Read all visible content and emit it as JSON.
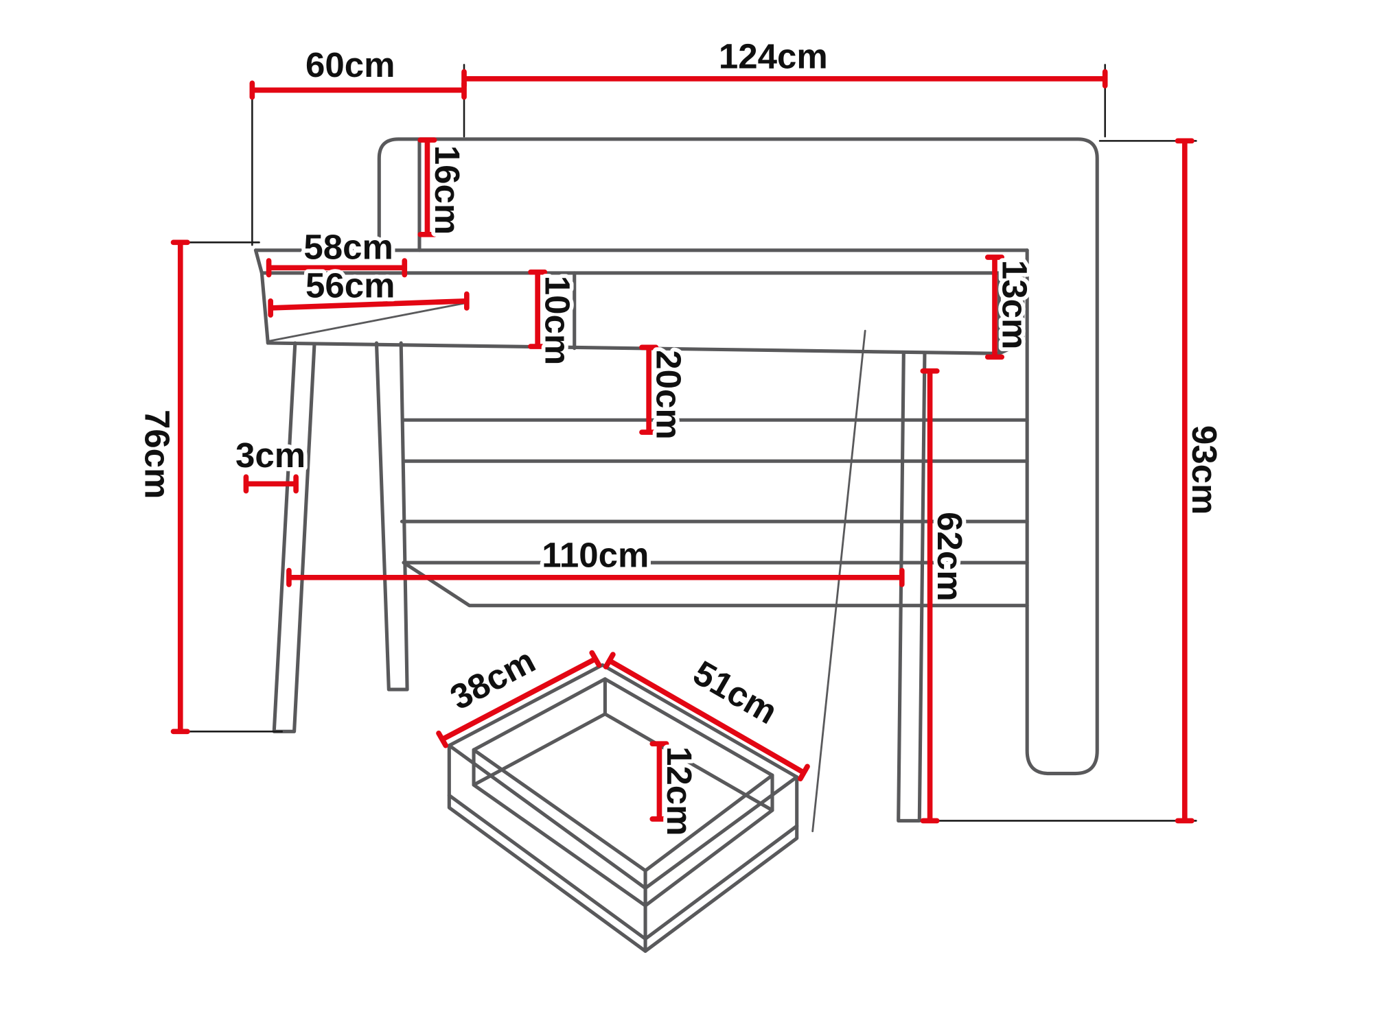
{
  "meta": {
    "subject": "Desk with under-desk drawer - dimension diagram",
    "unit": "cm"
  },
  "colors": {
    "dimension_red": "#e30613",
    "outline_gray": "#59595b",
    "extension_black": "#1b1b1b",
    "label_black": "#101010",
    "background": "#ffffff"
  },
  "dimensions": {
    "top_depth": {
      "label": "60cm",
      "value_cm": 60
    },
    "top_width": {
      "label": "124cm",
      "value_cm": 124
    },
    "hutch_height": {
      "label": "16cm",
      "value_cm": 16
    },
    "niche_width": {
      "label": "58cm",
      "value_cm": 58
    },
    "niche_depth": {
      "label": "56cm",
      "value_cm": 56
    },
    "drawer_front_height": {
      "label": "10cm",
      "value_cm": 10
    },
    "apron_height": {
      "label": "20cm",
      "value_cm": 20
    },
    "top_thickness": {
      "label": "13cm",
      "value_cm": 13
    },
    "total_height": {
      "label": "93cm",
      "value_cm": 93
    },
    "desk_height": {
      "label": "76cm",
      "value_cm": 76
    },
    "leg_thickness": {
      "label": "3cm",
      "value_cm": 3
    },
    "leg_spacing": {
      "label": "110cm",
      "value_cm": 110
    },
    "rear_support_height": {
      "label": "62cm",
      "value_cm": 62
    },
    "drawer_width": {
      "label": "38cm",
      "value_cm": 38
    },
    "drawer_length": {
      "label": "51cm",
      "value_cm": 51
    },
    "drawer_depth": {
      "label": "12cm",
      "value_cm": 12
    }
  }
}
